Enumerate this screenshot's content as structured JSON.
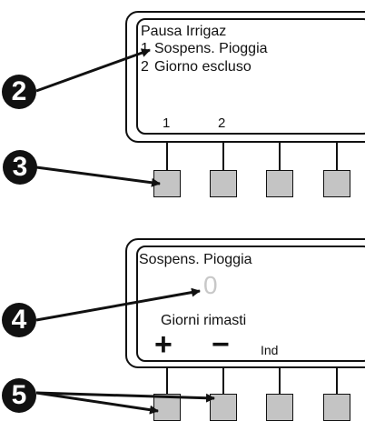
{
  "panel_top": {
    "title": "Pausa Irrigaz",
    "menu_items": [
      {
        "number": "1",
        "label": "Sospens. Pioggia"
      },
      {
        "number": "2",
        "label": "Giorno escluso"
      }
    ],
    "softkey_labels": [
      "1",
      "2",
      "",
      ""
    ]
  },
  "panel_bottom": {
    "title": "Sospens. Pioggia",
    "value": "0",
    "caption": "Giorni rimasti",
    "softkey_labels": [
      "+",
      "−",
      "Ind",
      ""
    ]
  },
  "callouts": [
    "2",
    "3",
    "4",
    "5"
  ],
  "colors": {
    "button_fill": "#c4c4c4",
    "value_gray": "#c8c8c8",
    "ink": "#111111"
  }
}
